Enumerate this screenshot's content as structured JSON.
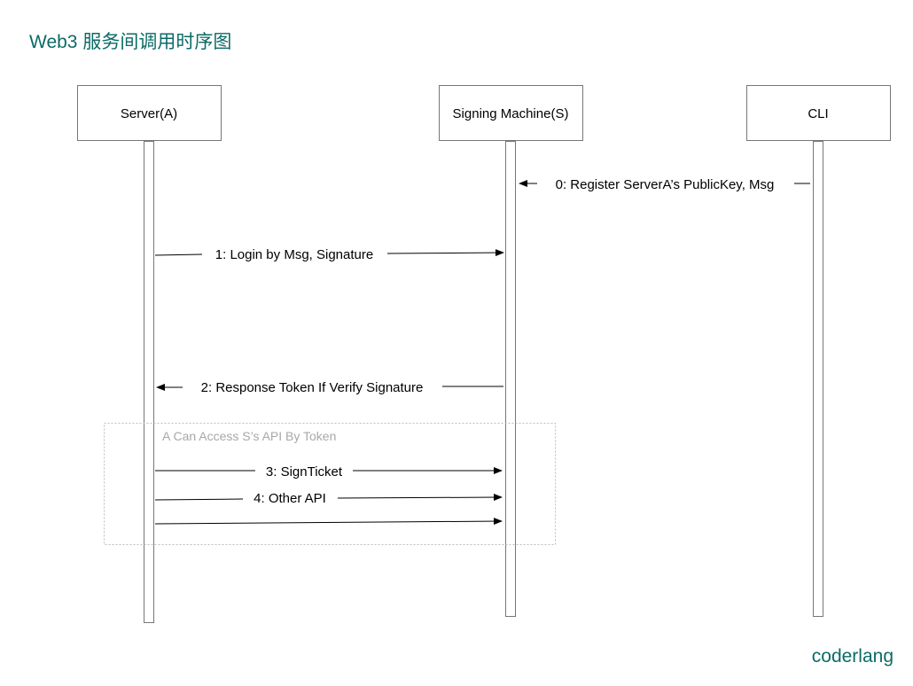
{
  "title": "Web3 服务间调用时序图",
  "brand": "coderlang",
  "participants": [
    {
      "id": "A",
      "label": "Server(A)"
    },
    {
      "id": "S",
      "label": "Signing Machine(S)"
    },
    {
      "id": "CLI",
      "label": "CLI"
    }
  ],
  "messages": [
    {
      "label": "0: Register ServerA’s PublicKey, Msg",
      "from": "CLI",
      "to": "S"
    },
    {
      "label": "1: Login by Msg, Signature",
      "from": "A",
      "to": "S"
    },
    {
      "label": "2: Response Token If Verify Signature",
      "from": "S",
      "to": "A"
    },
    {
      "label": "3: SignTicket",
      "from": "A",
      "to": "S"
    },
    {
      "label": "4: Other API",
      "from": "A",
      "to": "S"
    },
    {
      "label": "",
      "from": "A",
      "to": "S"
    }
  ],
  "frame": {
    "label": "A Can Access  S’s API By Token"
  },
  "colors": {
    "title": "#0b6b66",
    "frame_label": "#a8a8a8",
    "line": "#000000"
  }
}
